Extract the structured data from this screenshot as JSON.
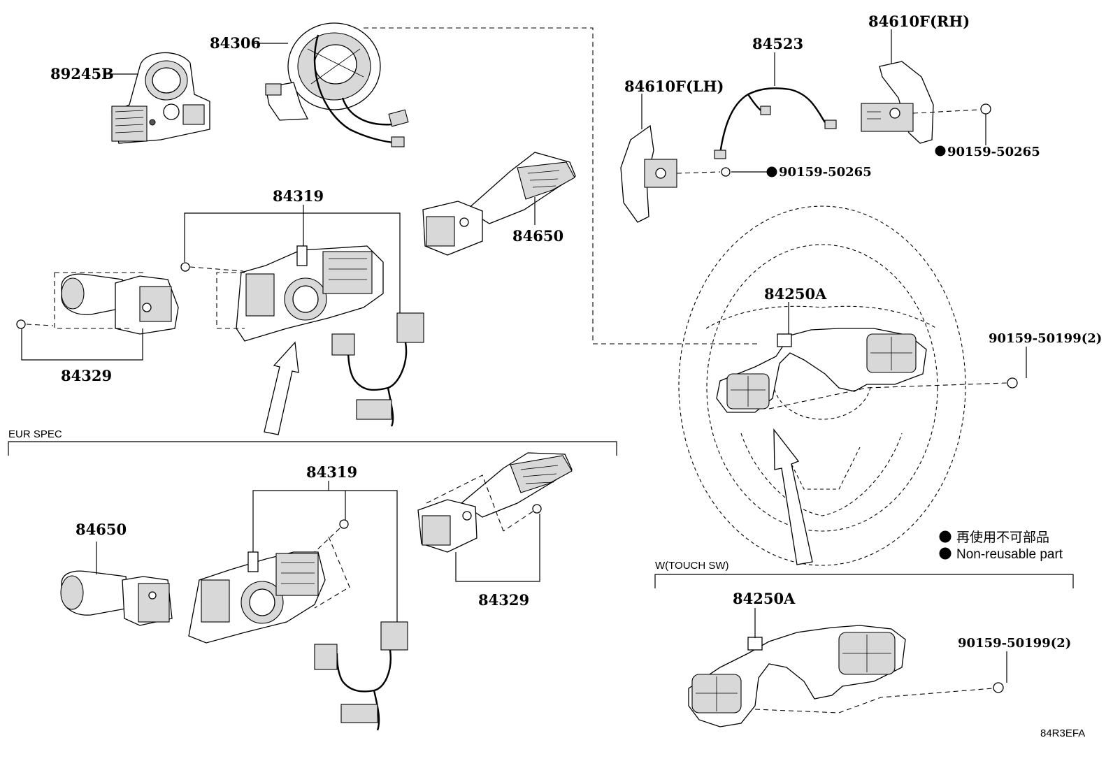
{
  "labels": {
    "p89245B": "89245B",
    "p84306": "84306",
    "p84523": "84523",
    "p84610F_RH": "84610F(RH)",
    "p84610F_LH": "84610F(LH)",
    "p84319_top": "84319",
    "p84650_top": "84650",
    "p84329_top": "84329",
    "p84250A_top": "84250A",
    "p84319_eur": "84319",
    "p84650_eur": "84650",
    "p84329_eur": "84329",
    "p84250A_touch": "84250A"
  },
  "fasteners": {
    "f90159_50265_rh": "90159-50265",
    "f90159_50265_lh": "90159-50265",
    "f90159_50199_top": "90159-50199(2)",
    "f90159_50199_touch": "90159-50199(2)"
  },
  "sections": {
    "eur_spec": "EUR SPEC",
    "touch_sw": "W(TOUCH SW)"
  },
  "legend": {
    "jp": "再使用不可部品",
    "en": "Non-reusable part"
  },
  "figure_code": "84R3EFA"
}
